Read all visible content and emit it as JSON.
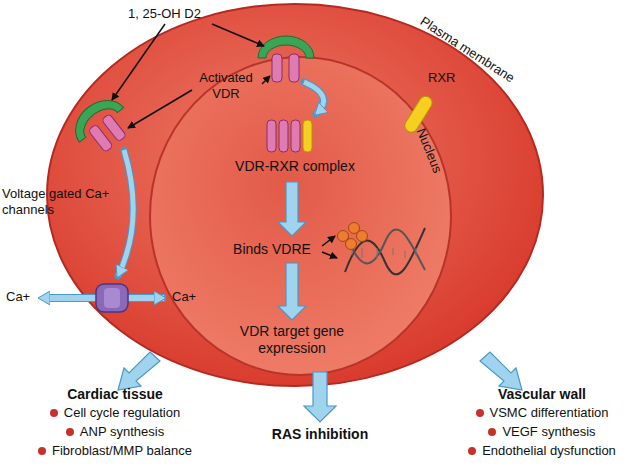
{
  "diagram": {
    "nodes": [
      {
        "text": [
          "Plasma membrane"
        ]
      },
      {
        "text": [
          "Nucleus"
        ],
        "in": 0
      }
    ],
    "labels": [
      "1, 25-OH D2",
      "Activated VDR",
      "RXR",
      "VDR-RXR complex",
      "Binds VDRE",
      "VDR target gene expression",
      "Voltage gated Ca+ channels",
      "Ca+",
      "Ca+",
      "Cardiac tissue",
      "Cell cycle regulation",
      "ANP synthesis",
      "Fibroblast/MMP balance",
      "RAS inhibition",
      "Vascular wall",
      "VSMC differentiation",
      "VEGF synthesis",
      "Endothelial dysfunction"
    ]
  }
}
